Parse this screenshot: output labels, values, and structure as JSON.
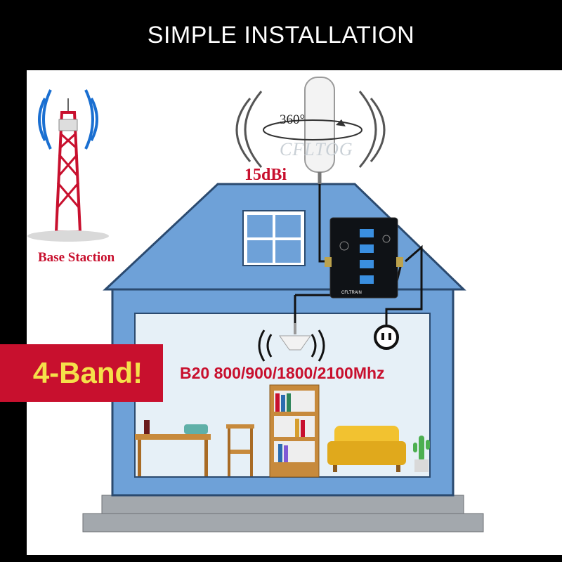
{
  "header": {
    "title": "SIMPLE INSTALLATION"
  },
  "tower": {
    "label": "Base Staction"
  },
  "antenna": {
    "gain_label": "15dBi",
    "rotation_label": "360°",
    "watermark": "CFLTOG"
  },
  "promo": {
    "badge": "4-Band!",
    "bands": "B20 800/900/1800/2100Mhz"
  },
  "booster": {
    "brand": "CFLTRAIN"
  },
  "colors": {
    "house_fill": "#6ea1d8",
    "house_stroke": "#2b4a6f",
    "interior": "#e6f0f7",
    "accent_red": "#c8102e",
    "badge_text": "#f5e04a",
    "step": "#9aa0a6"
  }
}
